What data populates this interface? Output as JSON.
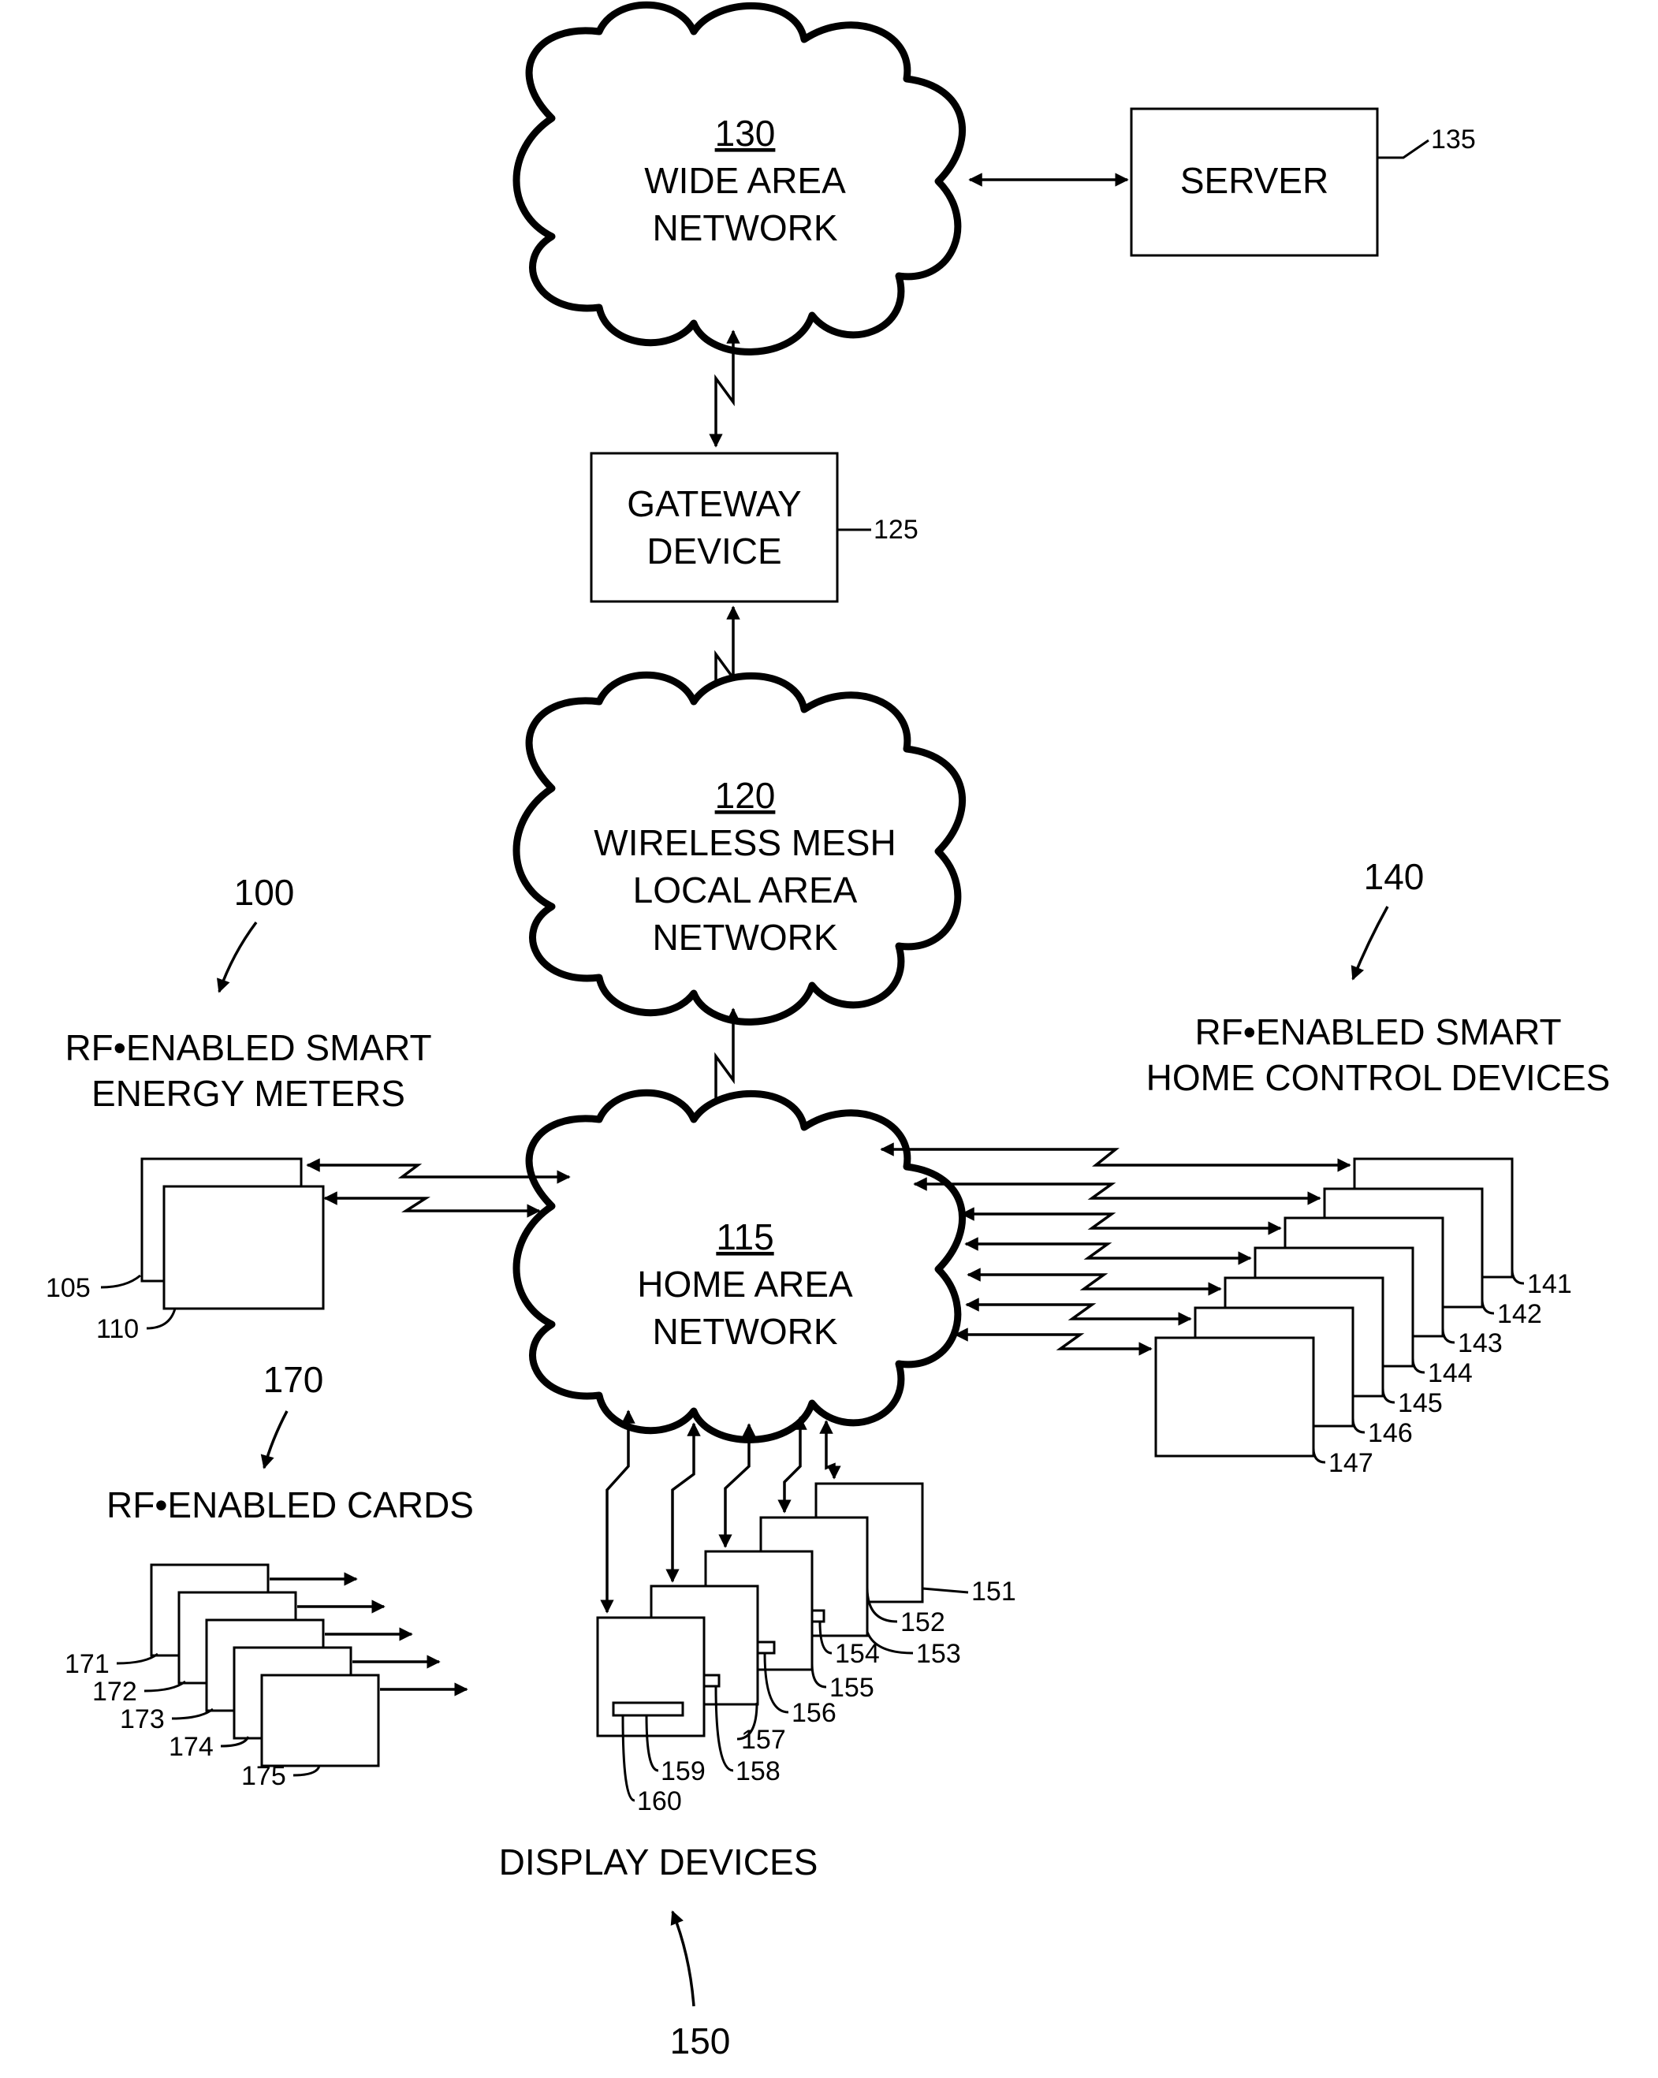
{
  "wan": {
    "ref": "130",
    "line1": "WIDE AREA",
    "line2": "NETWORK"
  },
  "server": {
    "label": "SERVER",
    "ref": "135"
  },
  "gateway": {
    "line1": "GATEWAY",
    "line2": "DEVICE",
    "ref": "125"
  },
  "mesh": {
    "ref": "120",
    "line1": "WIRELESS MESH",
    "line2": "LOCAL AREA",
    "line3": "NETWORK"
  },
  "han": {
    "ref": "115",
    "line1": "HOME AREA",
    "line2": "NETWORK"
  },
  "meters": {
    "ref": "100",
    "line1": "RF•ENABLED SMART",
    "line2": "ENERGY METERS",
    "items": [
      "105",
      "110"
    ]
  },
  "home_control": {
    "ref": "140",
    "line1": "RF•ENABLED SMART",
    "line2": "HOME CONTROL DEVICES",
    "items": [
      "141",
      "142",
      "143",
      "144",
      "145",
      "146",
      "147"
    ]
  },
  "cards": {
    "ref": "170",
    "label": "RF•ENABLED CARDS",
    "items": [
      "171",
      "172",
      "173",
      "174",
      "175"
    ]
  },
  "displays": {
    "ref": "150",
    "label": "DISPLAY DEVICES",
    "items": [
      "151",
      "152",
      "153",
      "154",
      "155",
      "156",
      "157",
      "158",
      "159",
      "160"
    ]
  }
}
